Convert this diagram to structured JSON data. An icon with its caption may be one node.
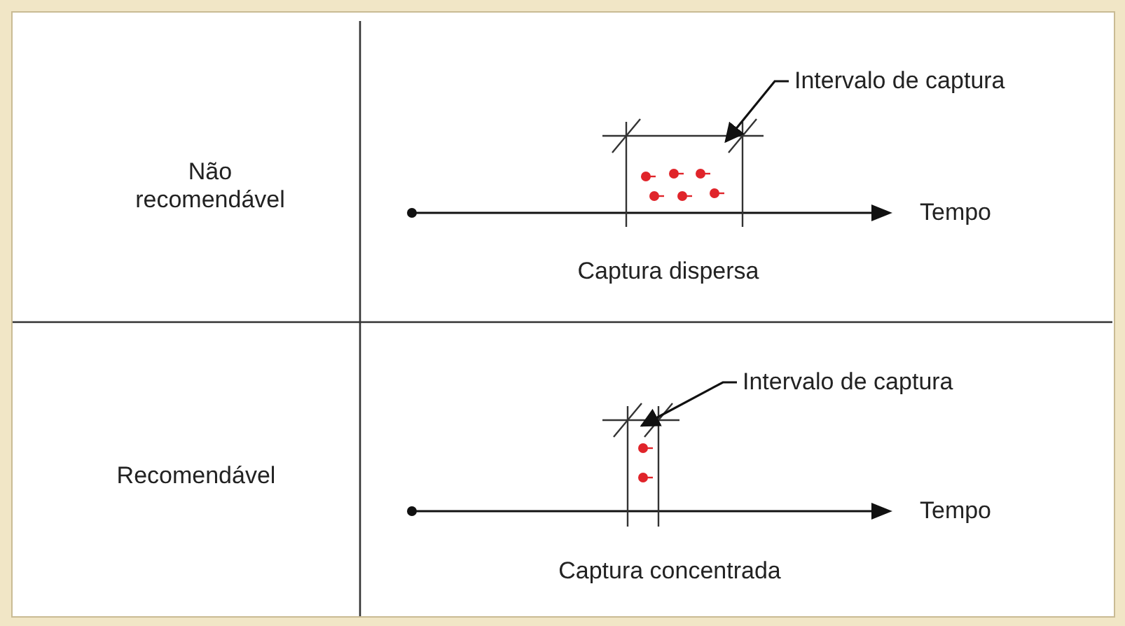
{
  "diagram": {
    "nodes": [
      {
        "text": [
          "Intervalo de captura"
        ]
      },
      {
        "text": [],
        "shape": "box"
      },
      {
        "text": [
          "Intervalo de captura"
        ]
      },
      {
        "text": [],
        "shape": "box"
      }
    ],
    "edges": [
      {
        "from": 0,
        "to": 1,
        "arrow": "to"
      },
      {
        "from": 2,
        "to": 3,
        "arrow": "to"
      }
    ],
    "labels": [
      "Não recomendável",
      "Tempo",
      "Captura dispersa",
      "Recomendável",
      "Tempo",
      "Captura concentrada"
    ]
  }
}
